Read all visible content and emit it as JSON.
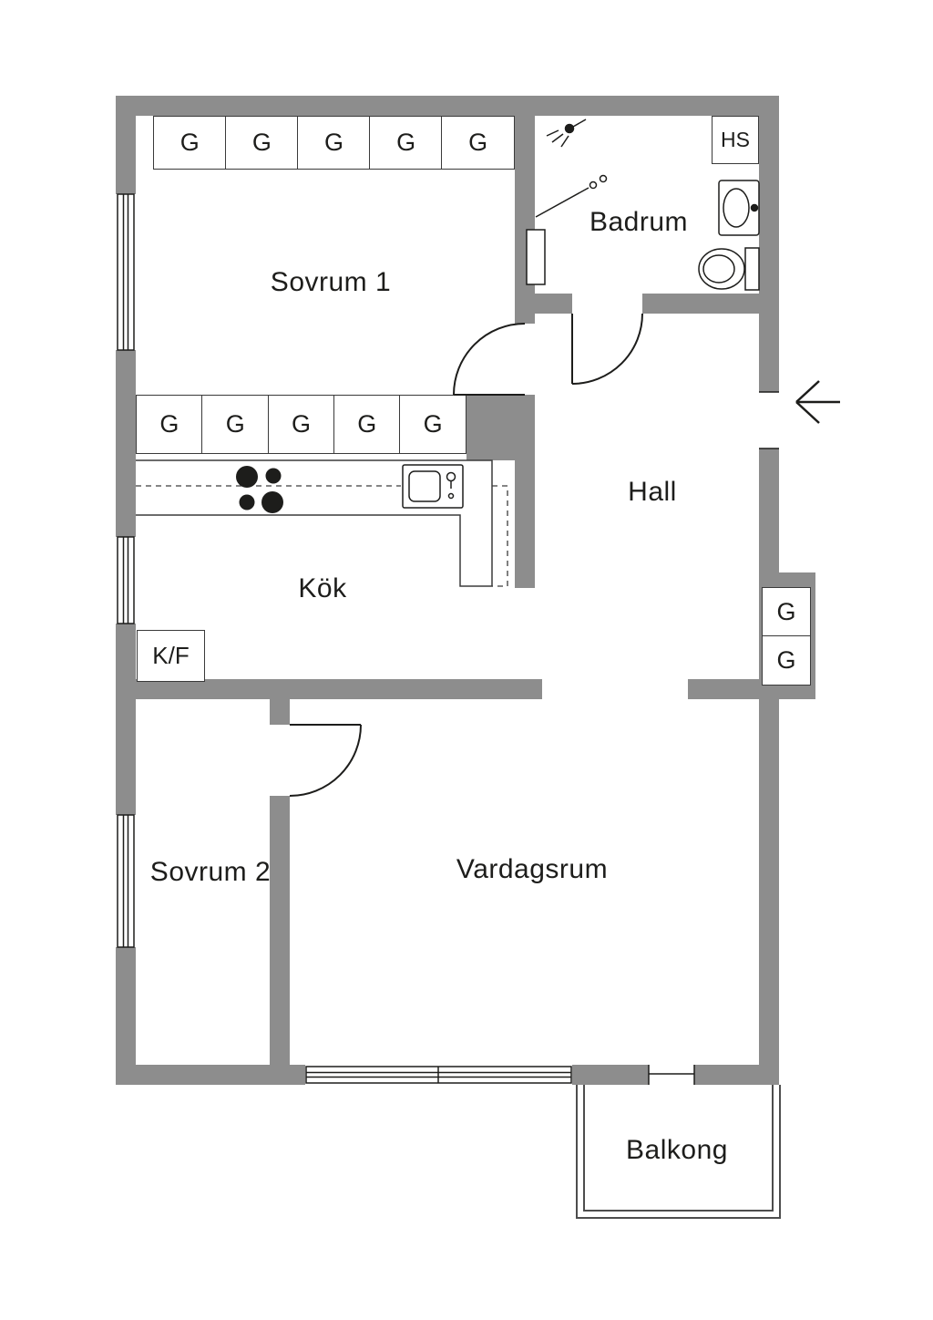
{
  "plan": {
    "rooms": {
      "sovrum1": "Sovrum 1",
      "badrum": "Badrum",
      "hall": "Hall",
      "kok": "Kök",
      "sovrum2": "Sovrum 2",
      "vardagsrum": "Vardagsrum",
      "balkong": "Balkong"
    },
    "closets": {
      "top_row": [
        "G",
        "G",
        "G",
        "G",
        "G"
      ],
      "mid_row": [
        "G",
        "G",
        "G",
        "G",
        "G"
      ],
      "hall_stack": [
        "G",
        "G"
      ],
      "hs_label": "HS",
      "kf_label": "K/F"
    },
    "colors": {
      "wall": "#8d8d8d",
      "line": "#1d1d1b",
      "background": "#ffffff"
    },
    "icons": {
      "entrance": "entrance-arrow-left",
      "stove": "four-burner-stove-icon",
      "kitchen_sink": "kitchen-sink-icon",
      "washbasin": "washbasin-icon",
      "toilet": "toilet-icon",
      "shower": "shower-head-icon",
      "doors": "quarter-circle-door-arc",
      "windows": "double-line-window"
    }
  }
}
